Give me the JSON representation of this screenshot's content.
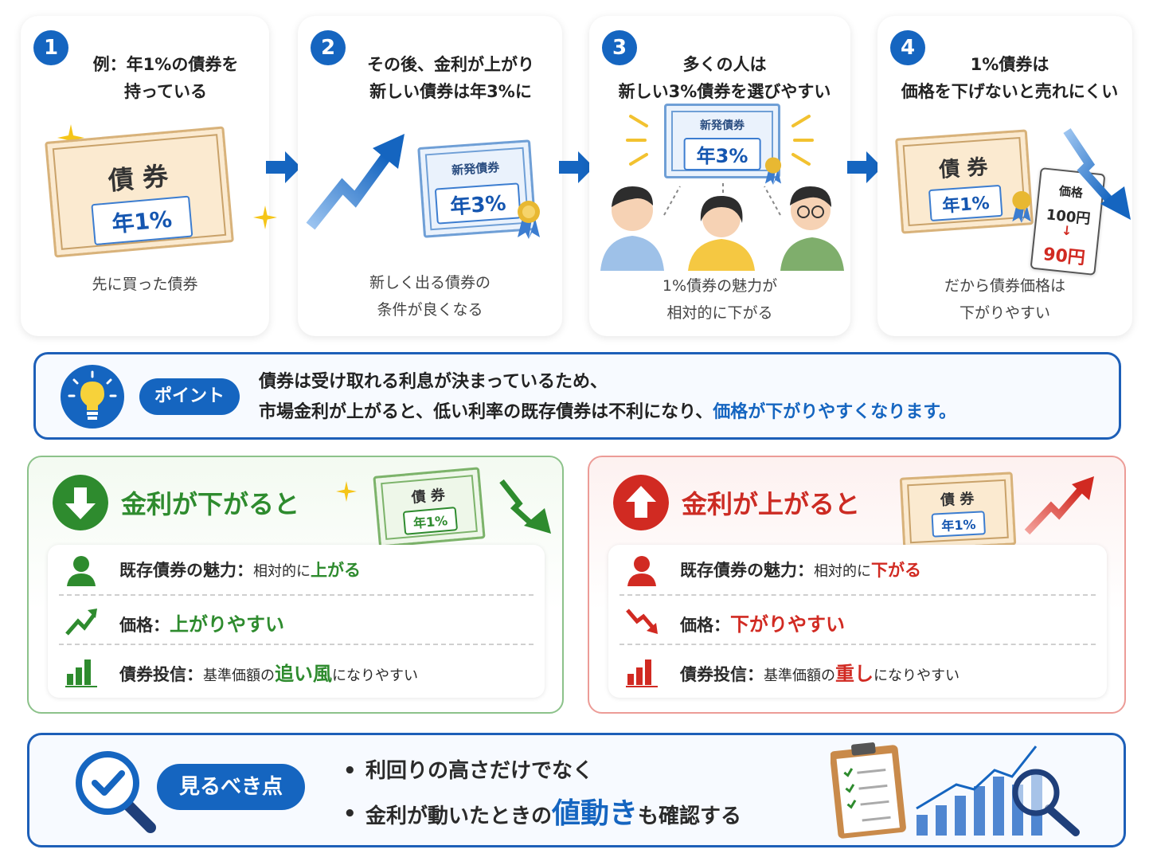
{
  "steps": [
    {
      "num": "1",
      "title": "例：年1%の債券を\n持っている",
      "caption": "先に買った債券",
      "cert": {
        "title": "債 券",
        "rate": "年1%"
      }
    },
    {
      "num": "2",
      "title": "その後、金利が上がり\n新しい債券は年3%に",
      "caption": "新しく出る債券の\n条件が良くなる",
      "cert": {
        "title": "新発債券",
        "rate": "年3%"
      }
    },
    {
      "num": "3",
      "title": "多くの人は\n新しい3%債券を選びやすい",
      "caption": "1%債券の魅力が\n相対的に下がる",
      "cert": {
        "title": "新発債券",
        "rate": "年3%"
      }
    },
    {
      "num": "4",
      "title": "1%債券は\n価格を下げないと売れにくい",
      "caption": "だから債券価格は\n下がりやすい",
      "cert": {
        "title": "債 券",
        "rate": "年1%"
      },
      "tag": {
        "label": "価格",
        "old": "100円",
        "new": "90円"
      }
    }
  ],
  "point": {
    "label": "ポイント",
    "line1": "債券は受け取れる利息が決まっているため、",
    "line2_prefix": "市場金利が上がると、低い利率の既存債券は不利になり、",
    "line2_highlight": "価格が下がりやすくなります。"
  },
  "panels": {
    "down": {
      "heading": "金利が下がると",
      "cert": {
        "title": "債 券",
        "rate": "年1%"
      },
      "rows": [
        {
          "label": "既存債券の魅力：",
          "sub": "相対的に",
          "value": "上がる",
          "tail": ""
        },
        {
          "label": "価格：",
          "sub": "",
          "value": "上がりやすい",
          "tail": ""
        },
        {
          "label": "債券投信：",
          "sub": "基準価額の",
          "value": "追い風",
          "tail": "になりやすい"
        }
      ]
    },
    "up": {
      "heading": "金利が上がると",
      "cert": {
        "title": "債 券",
        "rate": "年1%"
      },
      "rows": [
        {
          "label": "既存債券の魅力：",
          "sub": "相対的に",
          "value": "下がる",
          "tail": ""
        },
        {
          "label": "価格：",
          "sub": "",
          "value": "下がりやすい",
          "tail": ""
        },
        {
          "label": "債券投信：",
          "sub": "基準価額の",
          "value": "重し",
          "tail": "になりやすい"
        }
      ]
    }
  },
  "watch": {
    "label": "見るべき点",
    "bullet1": "利回りの高さだけでなく",
    "bullet2_prefix": "金利が動いたときの",
    "bullet2_highlight": "値動き",
    "bullet2_suffix": "も確認する"
  },
  "colors": {
    "blue": "#1565c0",
    "green": "#2e8b2e",
    "red": "#d12a22",
    "gold": "#d8b27a"
  },
  "icons": [
    "arrow-right-icon",
    "trend-up-icon",
    "sparkle-icon",
    "lightbulb-icon",
    "arrow-down-circle-icon",
    "arrow-up-circle-icon",
    "person-icon",
    "bar-chart-icon",
    "magnifier-check-icon",
    "clipboard-icon",
    "ribbon-icon"
  ]
}
